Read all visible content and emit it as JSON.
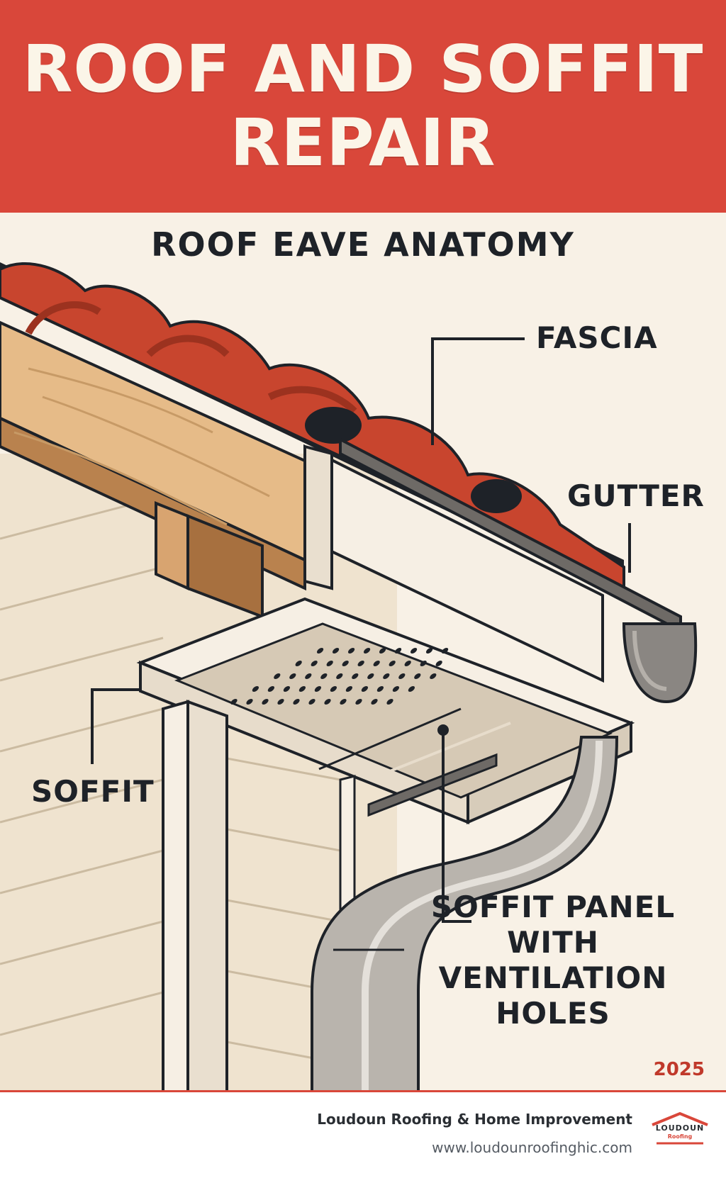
{
  "header": {
    "title": "ROOF AND SOFFIT REPAIR"
  },
  "diagram": {
    "subtitle": "ROOF EAVE ANATOMY",
    "labels": {
      "fascia": "FASCIA",
      "gutter": "GUTTER",
      "soffit": "SOFFIT",
      "soffit_panel": "SOFFIT PANEL WITH VENTILATION HOLES"
    },
    "year": "2025"
  },
  "footer": {
    "company": "Loudoun Roofing & Home Improvement",
    "url": "www.loudounroofinghic.com",
    "logo_text": "LOUDOUN",
    "logo_sub": "Roofing"
  },
  "colors": {
    "header_bg": "#d9473a",
    "background": "#f8f1e6",
    "tile": "#c8452e",
    "wood": "#e8be8c",
    "gutter_metal": "#8a8682",
    "text": "#1e2228"
  },
  "icons": [
    "logo-roof-icon"
  ]
}
